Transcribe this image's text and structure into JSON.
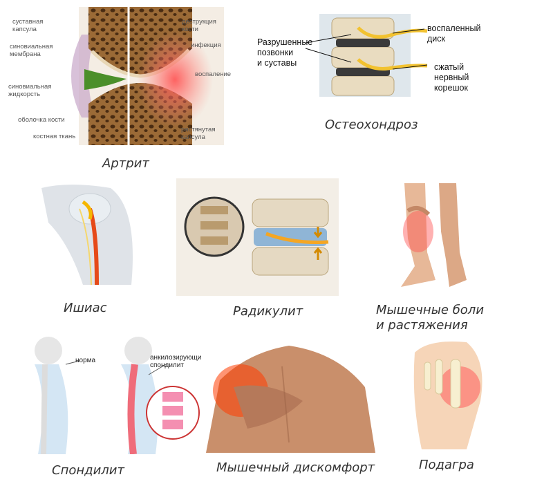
{
  "captions": {
    "arthritis": "Артрит",
    "osteochondrosis": "Остеохондроз",
    "sciatica": "Ишиас",
    "radiculitis": "Радикулит",
    "muscle_pain_1": "Мышечные боли",
    "muscle_pain_2": "и растяжения",
    "spondylitis": "Спондилит",
    "muscle_discomfort": "Мышечный дискомфорт",
    "gout": "Подагра"
  },
  "arthritis_labels": {
    "capsule_1": "суставная",
    "capsule_2": "капсула",
    "membrane_1": "синовиальная",
    "membrane_2": "мембрана",
    "fluid_1": "синовиальная",
    "fluid_2": "жидкорсть",
    "bone_shell": "оболочка кости",
    "bone_tissue": "костная ткань",
    "destruction_1": "деструкция",
    "destruction_2": "кости",
    "infection": "инфекция",
    "inflammation": "воспаление",
    "stretched_1": "растянутая",
    "stretched_2": "капсула"
  },
  "osteo_labels": {
    "destroyed_1": "Разрушенные",
    "destroyed_2": "позвонки",
    "destroyed_3": "и суставы",
    "disc_1": "воспаленный",
    "disc_2": "диск",
    "root_1": "сжатый",
    "root_2": "нервный",
    "root_3": "корешок"
  },
  "spondylitis_labels": {
    "norm": "норма",
    "ankylosing_1": "анкилозирующи",
    "ankylosing_2": "спондилит"
  },
  "colors": {
    "bone": "#8a5a2b",
    "inflammation": "#e53935",
    "nerve": "#f5a623",
    "skin": "#e8b896"
  }
}
